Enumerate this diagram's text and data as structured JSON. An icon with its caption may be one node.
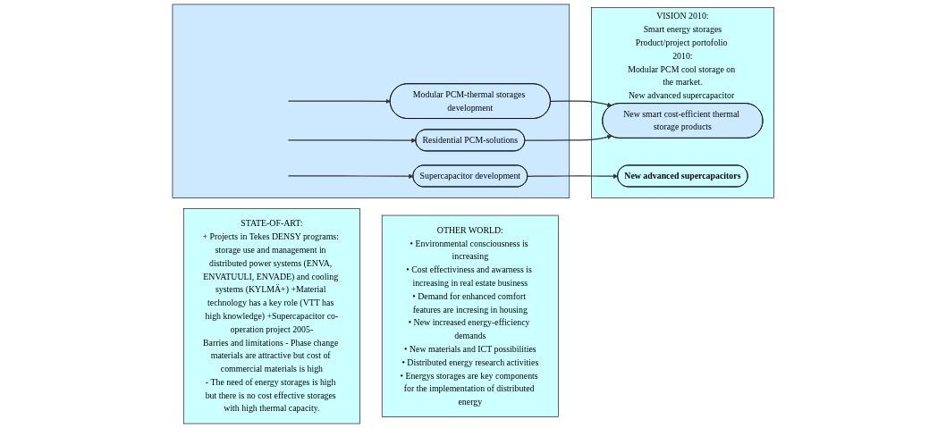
{
  "diagram": {
    "nodes": [
      {
        "text": [
          "STATE-OF-ART:",
          "+ Projects in Tekes DENSY programs: storage use and management in distributed power systems (ENVA, ENVATUULI, ENVADE) and cooling systems (KYLMÄ+) +Material technology has a key role (VTT has high knowledge) +Supercapacitor co-operation project 2005-",
          "Barries and limitations - Phase change materials are attractive but cost of commercial materials is high",
          "- The need of energy storages is high but there is no cost effective storages with high thermal capacity."
        ]
      },
      {
        "text": [
          "OTHER WORLD:",
          "• Environmental consciousness is increasing",
          "• Cost effectiviness and awarness is increasing in real estate business",
          "• Demand for enhanced comfort features are incresing in housing",
          "• New increased energy-efficiency demands",
          "• New materials and ICT possibilities",
          "• Distributed energy research activities",
          "• Energys storages are key components for the implementation of distributed energy"
        ]
      },
      {
        "text": [],
        "shape": "box"
      },
      {
        "text": [
          "Modular PCM-thermal storages development"
        ],
        "in": 2
      },
      {
        "text": [
          "Residential PCM-solutions"
        ],
        "in": 2
      },
      {
        "text": [
          "Supercapacitor development"
        ],
        "in": 2
      },
      {
        "text": [
          "VISION 2010:",
          "Smart energy storages",
          "Product/project portofolio 2010:",
          "Modular PCM cool storage on the market.",
          "New advanced supercapacitor is on the market"
        ]
      },
      {
        "text": [
          "New smart cost-efficient thermal storage products"
        ],
        "in": 6
      },
      {
        "text": [
          "New advanced supercapacitors"
        ],
        "in": 6
      }
    ],
    "edges": [
      {
        "from": null,
        "to": 3,
        "arrow": "to"
      },
      {
        "from": null,
        "to": 4,
        "arrow": "to"
      },
      {
        "from": null,
        "to": 5,
        "arrow": "to"
      },
      {
        "from": 3,
        "to": 7,
        "arrow": "to"
      },
      {
        "from": 4,
        "to": 7,
        "arrow": "to"
      },
      {
        "from": 5,
        "to": 8,
        "arrow": "to"
      }
    ]
  }
}
